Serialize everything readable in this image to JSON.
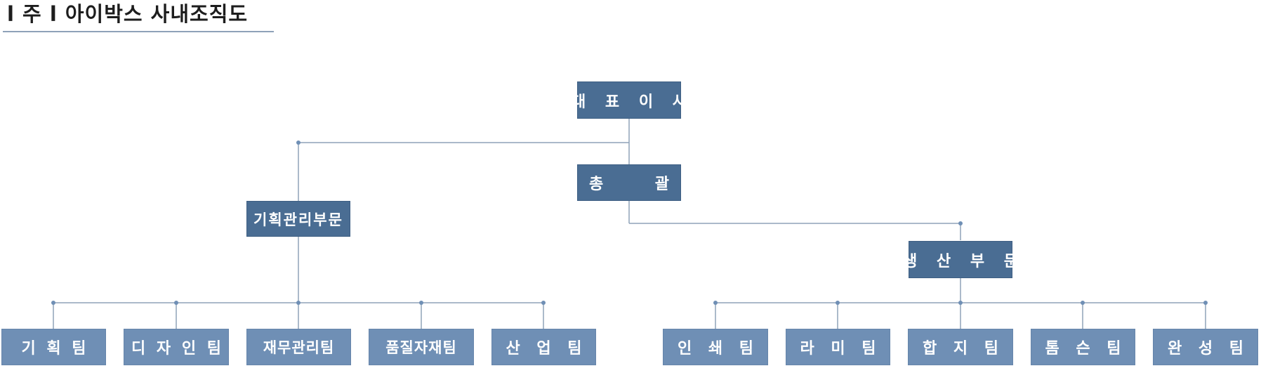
{
  "title": "l 주 l 아이박스 사내조직도",
  "colors": {
    "header_box": "#4a6d93",
    "team_box": "#6f8fb5",
    "connector": "#8fa2b9",
    "text": "#ffffff"
  },
  "org": {
    "ceo": "대 표 이 사",
    "general": {
      "left": "총",
      "right": "괄"
    },
    "planning_division": {
      "name": "기획관리부문",
      "teams": [
        "기 획 팀",
        "디 자 인 팀",
        "재무관리팀",
        "품질자재팀",
        "산 업 팀"
      ]
    },
    "production_division": {
      "name": "생 산 부 문",
      "teams": [
        "인 쇄 팀",
        "라 미 팀",
        "합 지 팀",
        "톰 슨 팀",
        "완 성 팀"
      ]
    }
  }
}
